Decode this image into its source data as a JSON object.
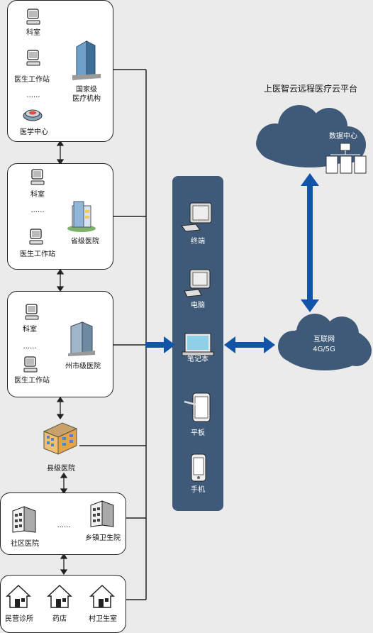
{
  "platform_title": "上医智云远程医疗云平台",
  "cloud_top_label": "数据中心",
  "cloud_net_label": "互联网",
  "cloud_net_sub": "4G/5G",
  "devices": [
    "终端",
    "电脑",
    "笔记本",
    "平板",
    "手机"
  ],
  "national": {
    "dept": "科室",
    "workstation": "医生工作站",
    "ellipsis": "......",
    "center": "医学中心",
    "name_line1": "国家级",
    "name_line2": "医疗机构"
  },
  "provincial": {
    "dept": "科室",
    "ellipsis": "......",
    "workstation": "医生工作站",
    "name": "省级医院"
  },
  "city": {
    "dept": "科室",
    "ellipsis": "......",
    "workstation": "医生工作站",
    "name": "州市级医院"
  },
  "county": {
    "name": "县级医院"
  },
  "township": {
    "community": "社区医院",
    "ellipsis": "......",
    "township": "乡镇卫生院"
  },
  "village": {
    "clinic": "民营诊所",
    "pharmacy": "药店",
    "village": "村卫生室"
  },
  "colors": {
    "panel": "#3f5a78",
    "cloud": "#3f5a78",
    "arrow": "#1255a8"
  }
}
